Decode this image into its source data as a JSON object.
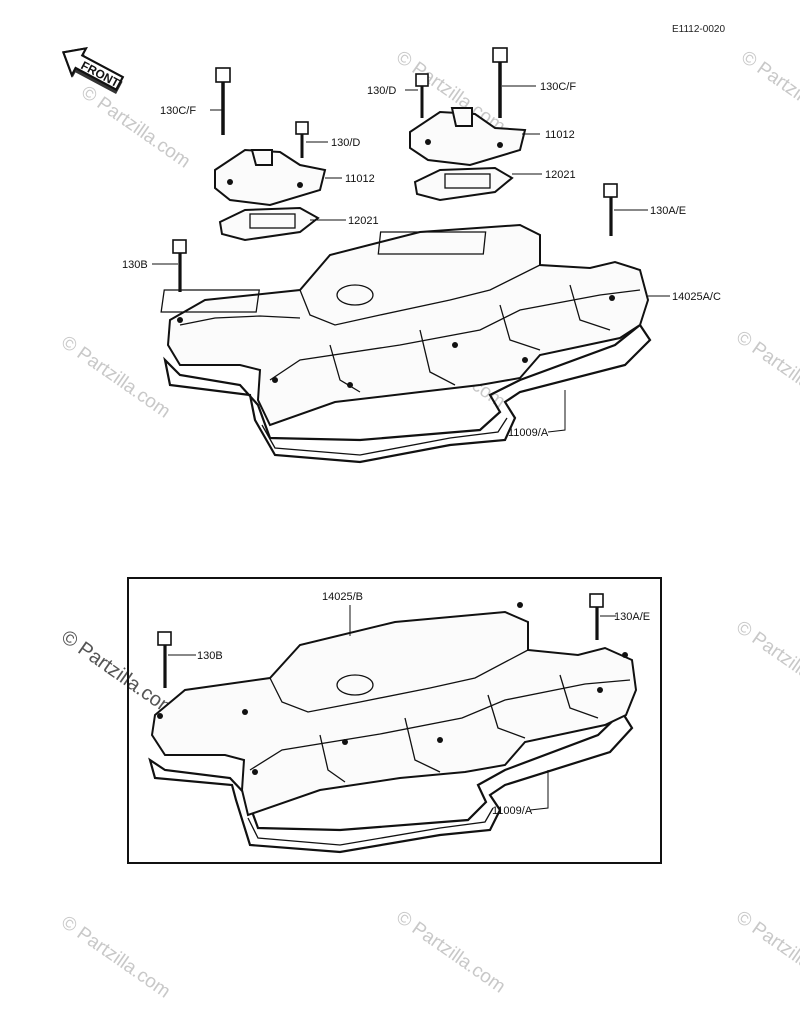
{
  "diagram_code": "E1112-0020",
  "front_label": "FRONT",
  "watermark_text": "Partzilla.com",
  "watermark_symbol": "©",
  "labels": {
    "l_130cf_left": "130C/F",
    "l_130d_left": "130/D",
    "l_11012_left": "11012",
    "l_12021_left": "12021",
    "l_130b_top": "130B",
    "l_130d_right": "130/D",
    "l_130cf_right": "130C/F",
    "l_11012_right": "11012",
    "l_12021_right": "12021",
    "l_130ae_top": "130A/E",
    "l_14025ac": "14025A/C",
    "l_11009a_top": "11009/A",
    "l_14025b": "14025/B",
    "l_130ae_bottom": "130A/E",
    "l_130b_bottom": "130B",
    "l_11009a_bottom": "11009/A"
  }
}
